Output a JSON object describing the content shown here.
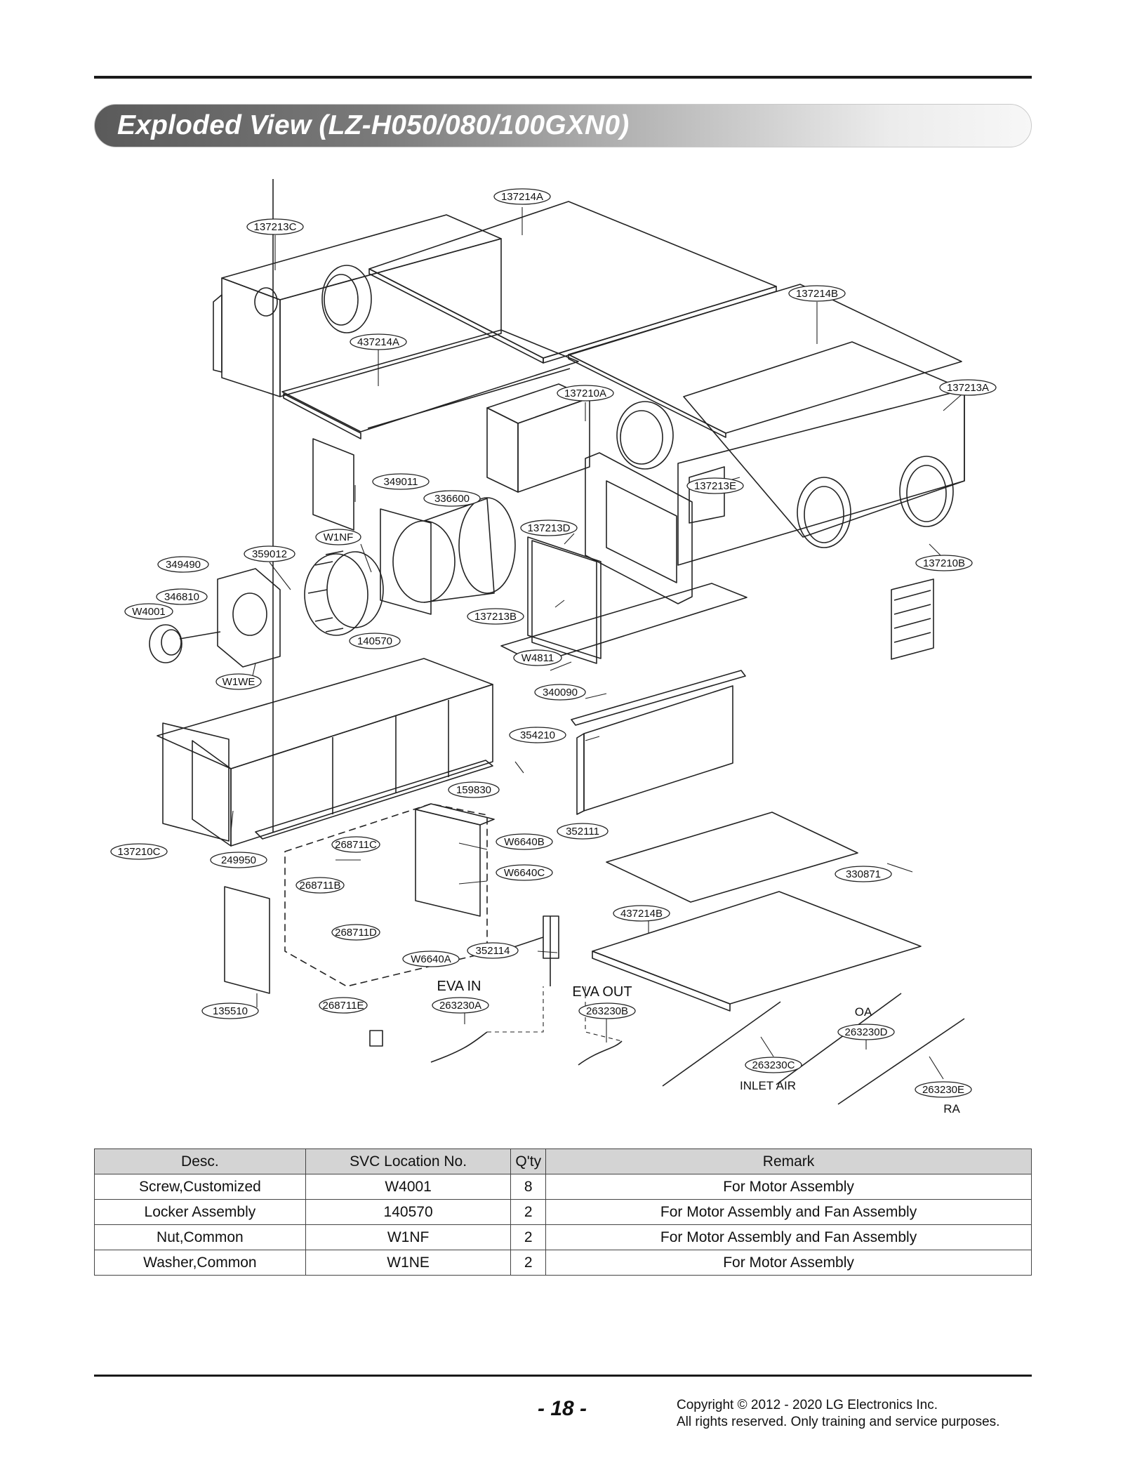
{
  "header": {
    "title": "Exploded View (LZ-H050/080/100GXN0)"
  },
  "diagram": {
    "labels": [
      "137214A",
      "137213C",
      "137214B",
      "437214A",
      "137213A",
      "137210A",
      "349011",
      "336600",
      "137213E",
      "W1NF",
      "137213D",
      "359012",
      "349490",
      "137210B",
      "346810",
      "W4001",
      "137213B",
      "140570",
      "W4811",
      "W1WE",
      "340090",
      "354210",
      "159830",
      "352111",
      "W6640B",
      "137210C",
      "249950",
      "268711C",
      "W6640C",
      "330871",
      "268711B",
      "437214B",
      "268711D",
      "W6640A",
      "352114",
      "263230A",
      "263230B",
      "135510",
      "268711E",
      "263230D",
      "263230C",
      "263230E"
    ],
    "notes": {
      "eva_in": "EVA IN",
      "eva_out": "EVA OUT",
      "oa": "OA",
      "inlet_air": "INLET AIR",
      "ra": "RA"
    }
  },
  "table": {
    "headers": [
      "Desc.",
      "SVC Location No.",
      "Q'ty",
      "Remark"
    ],
    "rows": [
      [
        "Screw,Customized",
        "W4001",
        "8",
        "For Motor Assembly"
      ],
      [
        "Locker Assembly",
        "140570",
        "2",
        "For Motor Assembly and Fan Assembly"
      ],
      [
        "Nut,Common",
        "W1NF",
        "2",
        "For Motor Assembly and Fan Assembly"
      ],
      [
        "Washer,Common",
        "W1NE",
        "2",
        "For Motor Assembly"
      ]
    ]
  },
  "footer": {
    "page": "- 18 -",
    "copyright_line1": "Copyright © 2012 - 2020 LG Electronics Inc.",
    "copyright_line2": "All rights reserved. Only training and service purposes."
  }
}
